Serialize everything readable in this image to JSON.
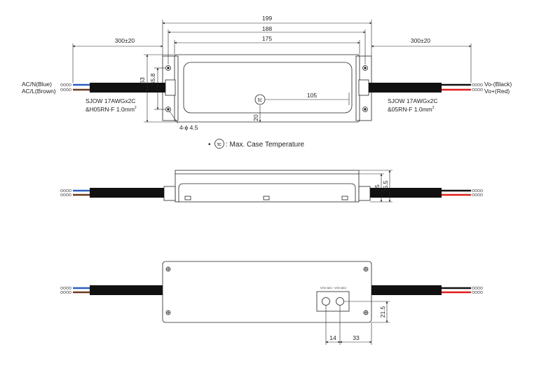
{
  "dimensions": {
    "overall_length": "199",
    "mount_pitch": "188",
    "body_length": "175",
    "cable_left": "300±20",
    "cable_right": "300±20",
    "height": "63",
    "inner_height": "45.8",
    "hole_spec": "4-ϕ 4.5",
    "tc_offset": "105",
    "tc_height": "20",
    "side_height": "35",
    "side_height_total": "35.5",
    "adj_height": "21.5",
    "adj_spacing": "14",
    "adj_offset": "33"
  },
  "labels": {
    "ac_neutral": "AC/N(Blue)",
    "ac_line": "AC/L(Brown)",
    "cable_in_1": "SJOW 17AWGx2C",
    "cable_in_2": "&H05RN-F 1.0mm",
    "cable_out_1": "SJOW 17AWGx2C",
    "cable_out_2": "&05RN-F 1.0mm",
    "sup": "2",
    "vo_minus": "Vo-(Black)",
    "vo_plus": "Vo+(Red)",
    "tc_symbol": "tc",
    "tc_note": ": Max. Case Temperature",
    "bullet": "•",
    "adj_1": "VOV ADJ",
    "adj_2": "VOV ADJ"
  },
  "colors": {
    "line": "#222222",
    "cable": "#111111",
    "ac_blue": "#2a5fbf",
    "ac_brown": "#6b3a1e",
    "dc_red": "#e01b1b",
    "dc_black": "#111111"
  }
}
